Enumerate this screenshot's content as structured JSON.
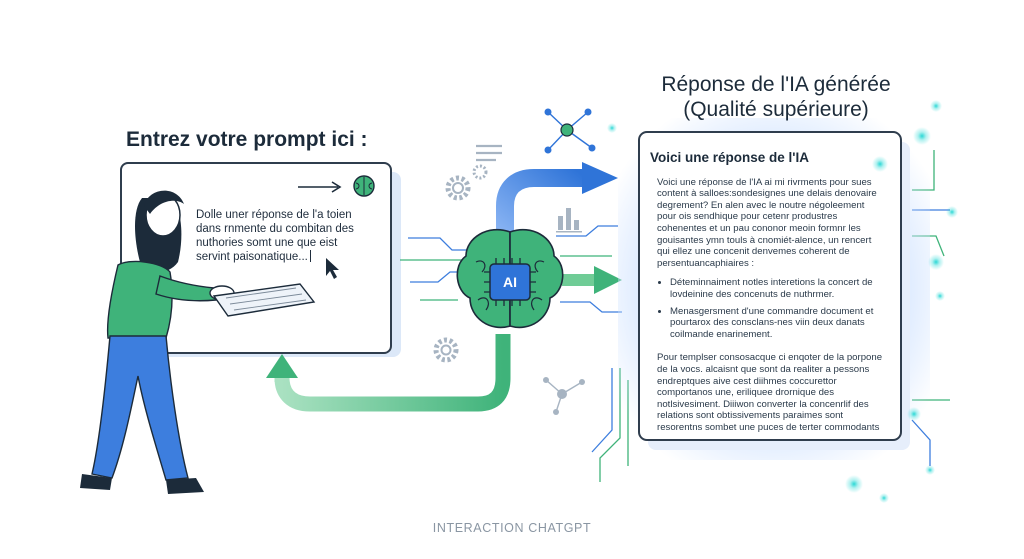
{
  "prompt_panel": {
    "heading": "Entrez votre prompt ici :",
    "text": "Dolle uner réponse de l'a toien dans rnmente du combitan des nuthories somt une que eist servint paisonatique..."
  },
  "ai_model": {
    "label": "AI"
  },
  "response_panel": {
    "heading_line1": "Réponse de l'IA générée",
    "heading_line2": "(Qualité supérieure)",
    "title": "Voici une réponse de l'IA",
    "intro": "Voici une réponse de l'IA ai mi rivrments pour sues content à salloes:sondesignes une delais denovaire degrement? En alen avec le noutre négoleement pour ois sendhique pour cetenr produstres cohenentes et un pau cononor meoin formnr les gouisantes ymn touls à cnomiét-alence, un rencert qui ellez une concenit denvemes coherent de persentuancaphiaires :",
    "bullets": [
      "Déteminnaiment notles interetions la concert de lovdeinine des concenuts de nuthrmer.",
      "Menasgersment d'une commandre document et pourtarox des consclans-nes viin deux danats coilmande enarinement."
    ],
    "outro": "Pour templser consosacque ci enqoter de la porpone de la vocs. alcaisnt que sont da realiter a pessons endreptques aive cest diihmes coccurettor comportanos une, eriliquee drornique des notlsivesiment. Diiiwon converter la concenrlif des relations sont obtissivements paraimes sont resorentns sombet une puces de terter commodants des flon do numencons lers."
  },
  "footer": {
    "label": "INTERACTION CHATGPT"
  },
  "colors": {
    "navy": "#1c2b3a",
    "green": "#3fb37a",
    "blue": "#3d7ede",
    "teal": "#17c7c9",
    "panel_border": "#2f3d4d"
  }
}
